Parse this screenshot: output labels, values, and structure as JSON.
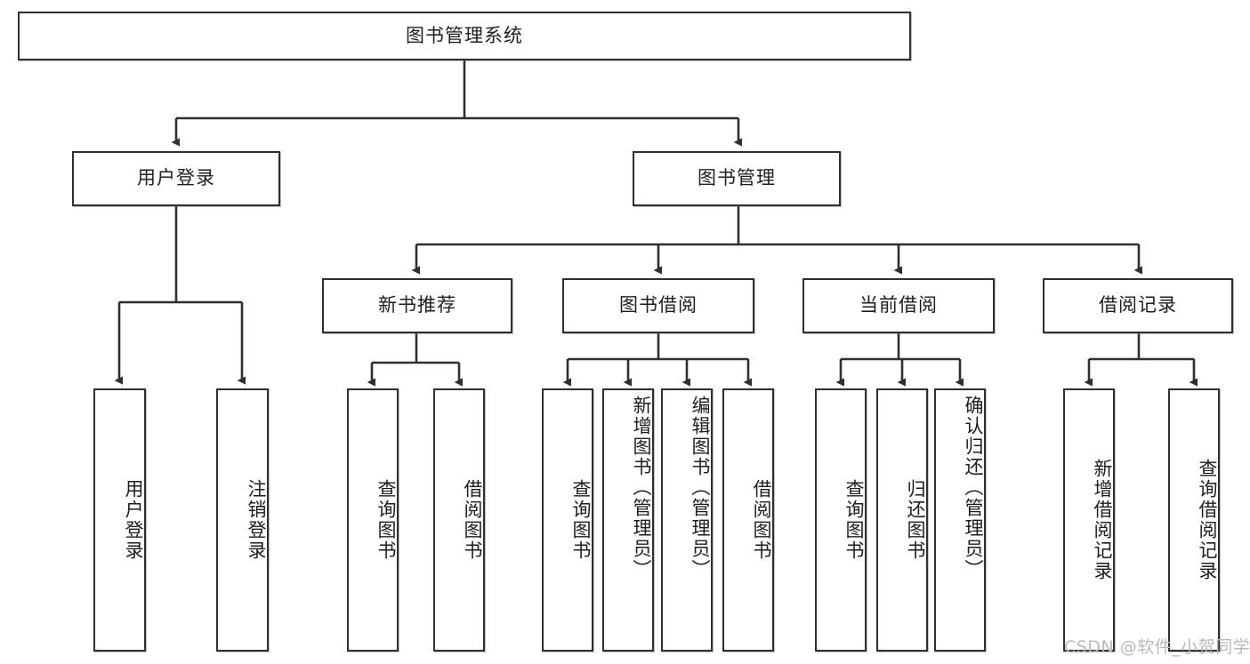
{
  "diagram": {
    "type": "hierarchy-tree",
    "title": "图书管理系统",
    "root": {
      "id": "root",
      "label": "图书管理系统",
      "orientation": "horizontal"
    },
    "level1": [
      {
        "id": "user-login",
        "label": "用户登录",
        "orientation": "horizontal"
      },
      {
        "id": "book-management",
        "label": "图书管理",
        "orientation": "horizontal"
      }
    ],
    "level2": [
      {
        "id": "new-book-recommend",
        "label": "新书推荐",
        "orientation": "horizontal",
        "parent": "book-management"
      },
      {
        "id": "book-borrow",
        "label": "图书借阅",
        "orientation": "horizontal",
        "parent": "book-management"
      },
      {
        "id": "current-borrow",
        "label": "当前借阅",
        "orientation": "horizontal",
        "parent": "book-management"
      },
      {
        "id": "borrow-record",
        "label": "借阅记录",
        "orientation": "horizontal",
        "parent": "book-management"
      }
    ],
    "leaves": [
      {
        "id": "leaf-user-login",
        "label": "用户登录",
        "orientation": "vertical",
        "parent": "user-login"
      },
      {
        "id": "leaf-logout",
        "label": "注销登录",
        "orientation": "vertical",
        "parent": "user-login"
      },
      {
        "id": "leaf-query-book-1",
        "label": "查询图书",
        "orientation": "vertical",
        "parent": "new-book-recommend"
      },
      {
        "id": "leaf-borrow-book-1",
        "label": "借阅图书",
        "orientation": "vertical",
        "parent": "new-book-recommend"
      },
      {
        "id": "leaf-query-book-2",
        "label": "查询图书",
        "orientation": "vertical",
        "parent": "book-borrow"
      },
      {
        "id": "leaf-add-book",
        "label": "新增图书（管理员）",
        "orientation": "vertical",
        "parent": "book-borrow"
      },
      {
        "id": "leaf-edit-book",
        "label": "编辑图书（管理员）",
        "orientation": "vertical",
        "parent": "book-borrow"
      },
      {
        "id": "leaf-borrow-book-2",
        "label": "借阅图书",
        "orientation": "vertical",
        "parent": "book-borrow"
      },
      {
        "id": "leaf-query-book-3",
        "label": "查询图书",
        "orientation": "vertical",
        "parent": "current-borrow"
      },
      {
        "id": "leaf-return-book",
        "label": "归还图书",
        "orientation": "vertical",
        "parent": "current-borrow"
      },
      {
        "id": "leaf-confirm-return",
        "label": "确认归还（管理员）",
        "orientation": "vertical",
        "parent": "current-borrow"
      },
      {
        "id": "leaf-add-record",
        "label": "新增借阅记录",
        "orientation": "vertical",
        "parent": "borrow-record"
      },
      {
        "id": "leaf-query-record",
        "label": "查询借阅记录",
        "orientation": "vertical",
        "parent": "borrow-record"
      }
    ]
  },
  "watermark": {
    "text": "CSDN @软件_小贺同学"
  },
  "colors": {
    "stroke": "#2f2f2f",
    "fill": "#ffffff",
    "text": "#1d1d1d",
    "watermark": "#b9b9b9"
  }
}
